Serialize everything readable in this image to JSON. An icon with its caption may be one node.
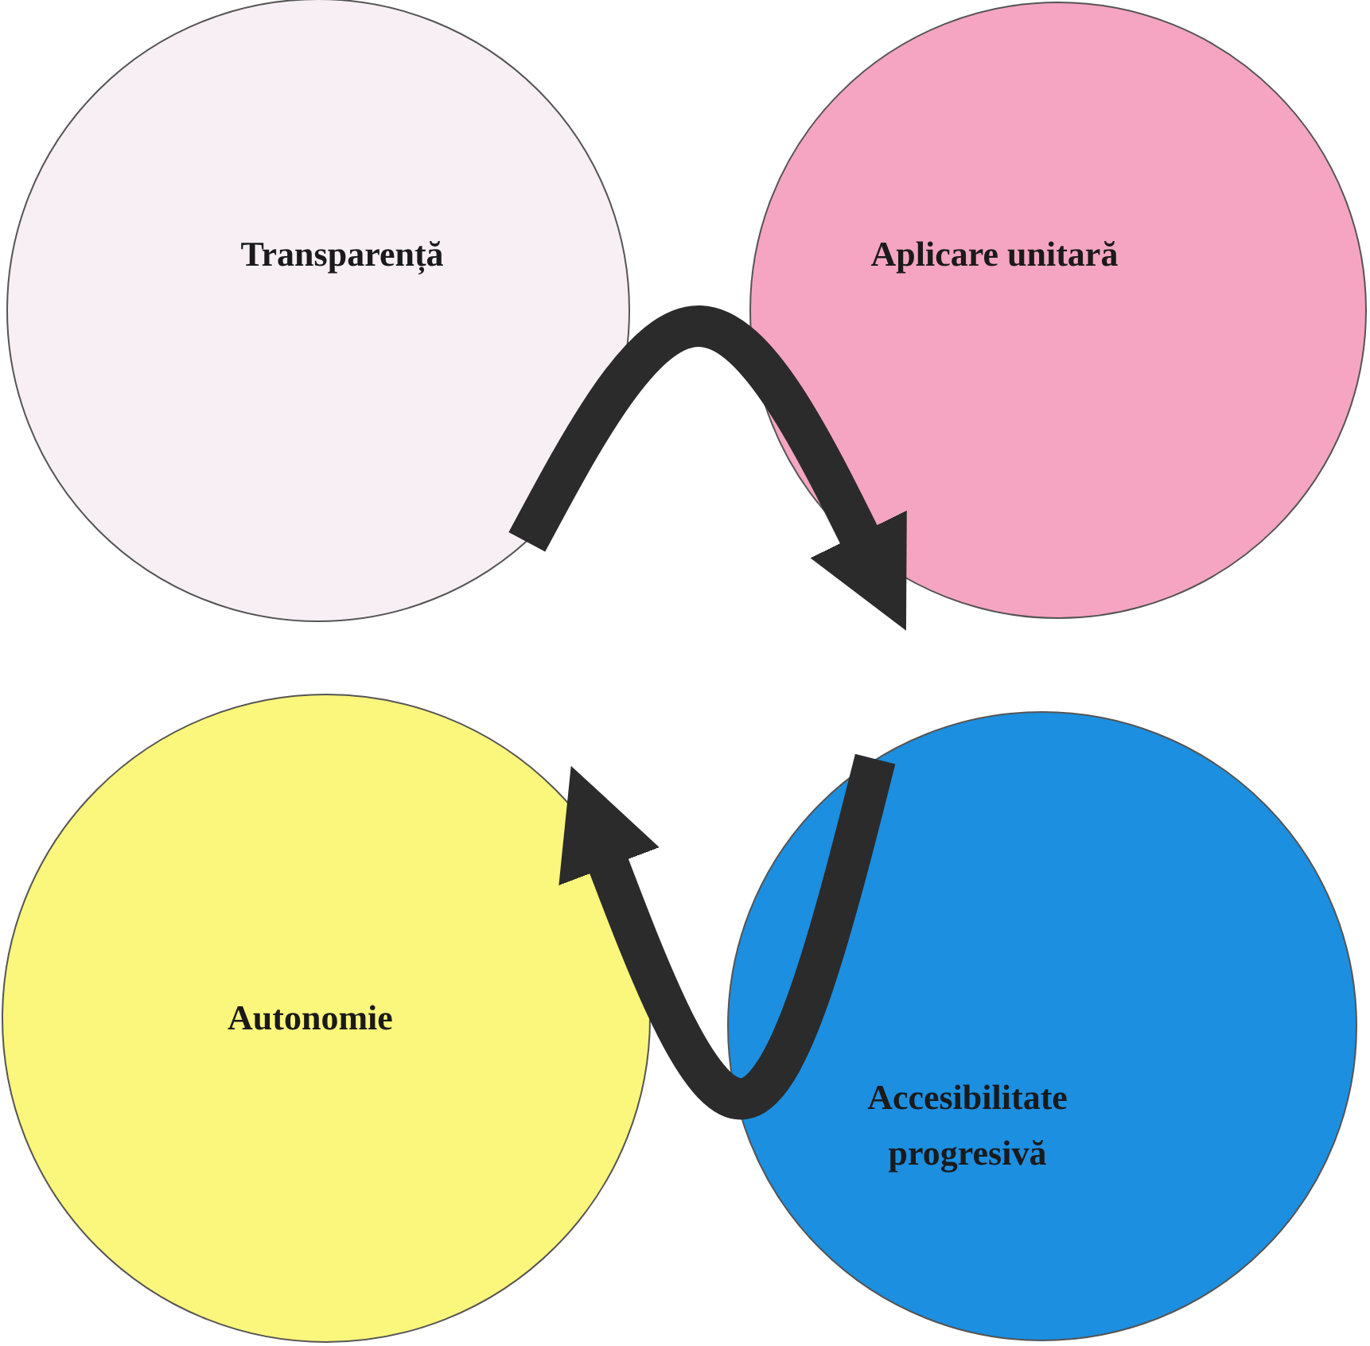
{
  "diagram": {
    "nodes": [
      {
        "text": [
          "Transparență"
        ]
      },
      {
        "text": [
          "Aplicare unitară"
        ]
      },
      {
        "text": [
          "Autonomie"
        ]
      },
      {
        "text": [
          "Accesibilitate progresivă"
        ]
      }
    ],
    "edges": [
      {
        "from": 0,
        "to": 1,
        "arrow": "to"
      },
      {
        "from": 3,
        "to": 2,
        "arrow": "to"
      }
    ]
  }
}
